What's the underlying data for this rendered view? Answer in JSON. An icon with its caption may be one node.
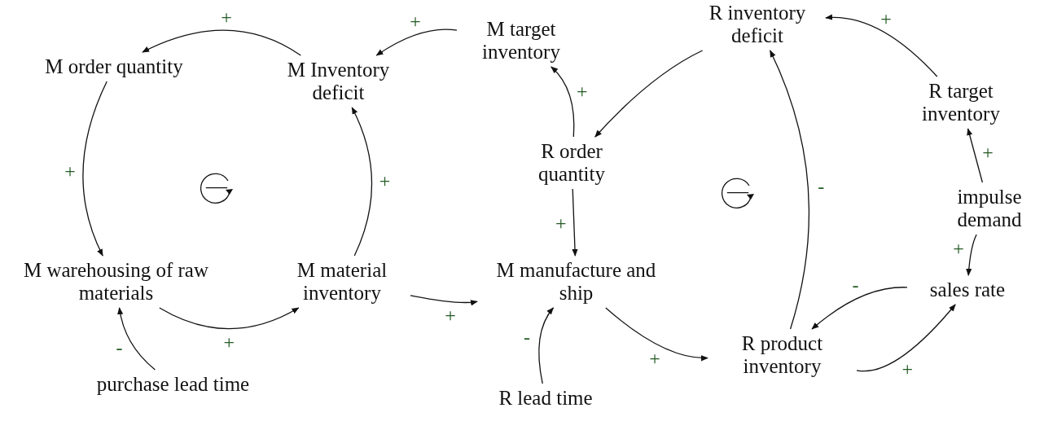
{
  "diagram": {
    "nodes": [
      {
        "text": [
          "M order quantity"
        ]
      },
      {
        "text": [
          "M Inventory deficit"
        ]
      },
      {
        "text": [
          "M target inventory"
        ]
      },
      {
        "text": [
          "R inventory deficit"
        ]
      },
      {
        "text": [
          "R target inventory"
        ]
      },
      {
        "text": [
          "R order quantity"
        ]
      },
      {
        "text": [
          "impulse demand"
        ]
      },
      {
        "text": [
          "M warehousing of raw materials"
        ]
      },
      {
        "text": [
          "M material inventory"
        ]
      },
      {
        "text": [
          "M manufacture and ship"
        ]
      },
      {
        "text": [
          "sales rate"
        ]
      },
      {
        "text": [
          "R product inventory"
        ]
      },
      {
        "text": [
          "purchase lead time"
        ]
      },
      {
        "text": [
          "R lead time"
        ]
      }
    ],
    "edges": [
      {
        "from": 1,
        "to": 0,
        "arrow": "to",
        "label": "+"
      },
      {
        "from": 2,
        "to": 1,
        "arrow": "to",
        "label": "+"
      },
      {
        "from": 0,
        "to": 7,
        "arrow": "to",
        "label": "+"
      },
      {
        "from": 7,
        "to": 8,
        "arrow": "to",
        "label": "+"
      },
      {
        "from": 8,
        "to": 1,
        "arrow": "to",
        "label": "+"
      },
      {
        "from": 12,
        "to": 7,
        "arrow": "to",
        "label": "-"
      },
      {
        "from": 8,
        "to": 9,
        "arrow": "to",
        "label": "+"
      },
      {
        "from": 5,
        "to": 2,
        "arrow": "to",
        "label": "+"
      },
      {
        "from": 3,
        "to": 5,
        "arrow": "to"
      },
      {
        "from": 5,
        "to": 9,
        "arrow": "to",
        "label": "+"
      },
      {
        "from": 13,
        "to": 9,
        "arrow": "to",
        "label": "-"
      },
      {
        "from": 9,
        "to": 11,
        "arrow": "to",
        "label": "+"
      },
      {
        "from": 11,
        "to": 3,
        "arrow": "to",
        "label": "-"
      },
      {
        "from": 11,
        "to": 10,
        "arrow": "to",
        "label": "+"
      },
      {
        "from": 10,
        "to": 11,
        "arrow": "to",
        "label": "-"
      },
      {
        "from": 6,
        "to": 10,
        "arrow": "to",
        "label": "+"
      },
      {
        "from": 6,
        "to": 4,
        "arrow": "to",
        "label": "+"
      },
      {
        "from": 4,
        "to": 3,
        "arrow": "to",
        "label": "+"
      }
    ],
    "labels": [
      "—",
      "—"
    ]
  }
}
